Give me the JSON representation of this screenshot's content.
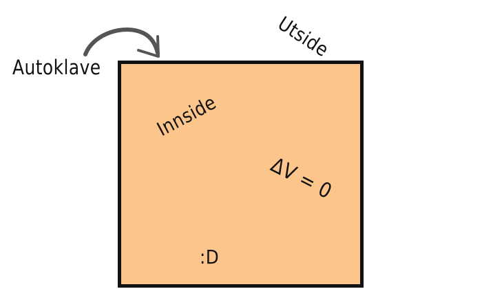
{
  "labels": {
    "outside": "Utside",
    "autoclave": "Autoklave",
    "inside": "Innside",
    "delta_v": "ΔV = 0",
    "smiley": ":D"
  },
  "colors": {
    "box_fill": "#fcc58b",
    "box_stroke": "#111111",
    "arrow_stroke": "#555555",
    "text": "#111111"
  }
}
